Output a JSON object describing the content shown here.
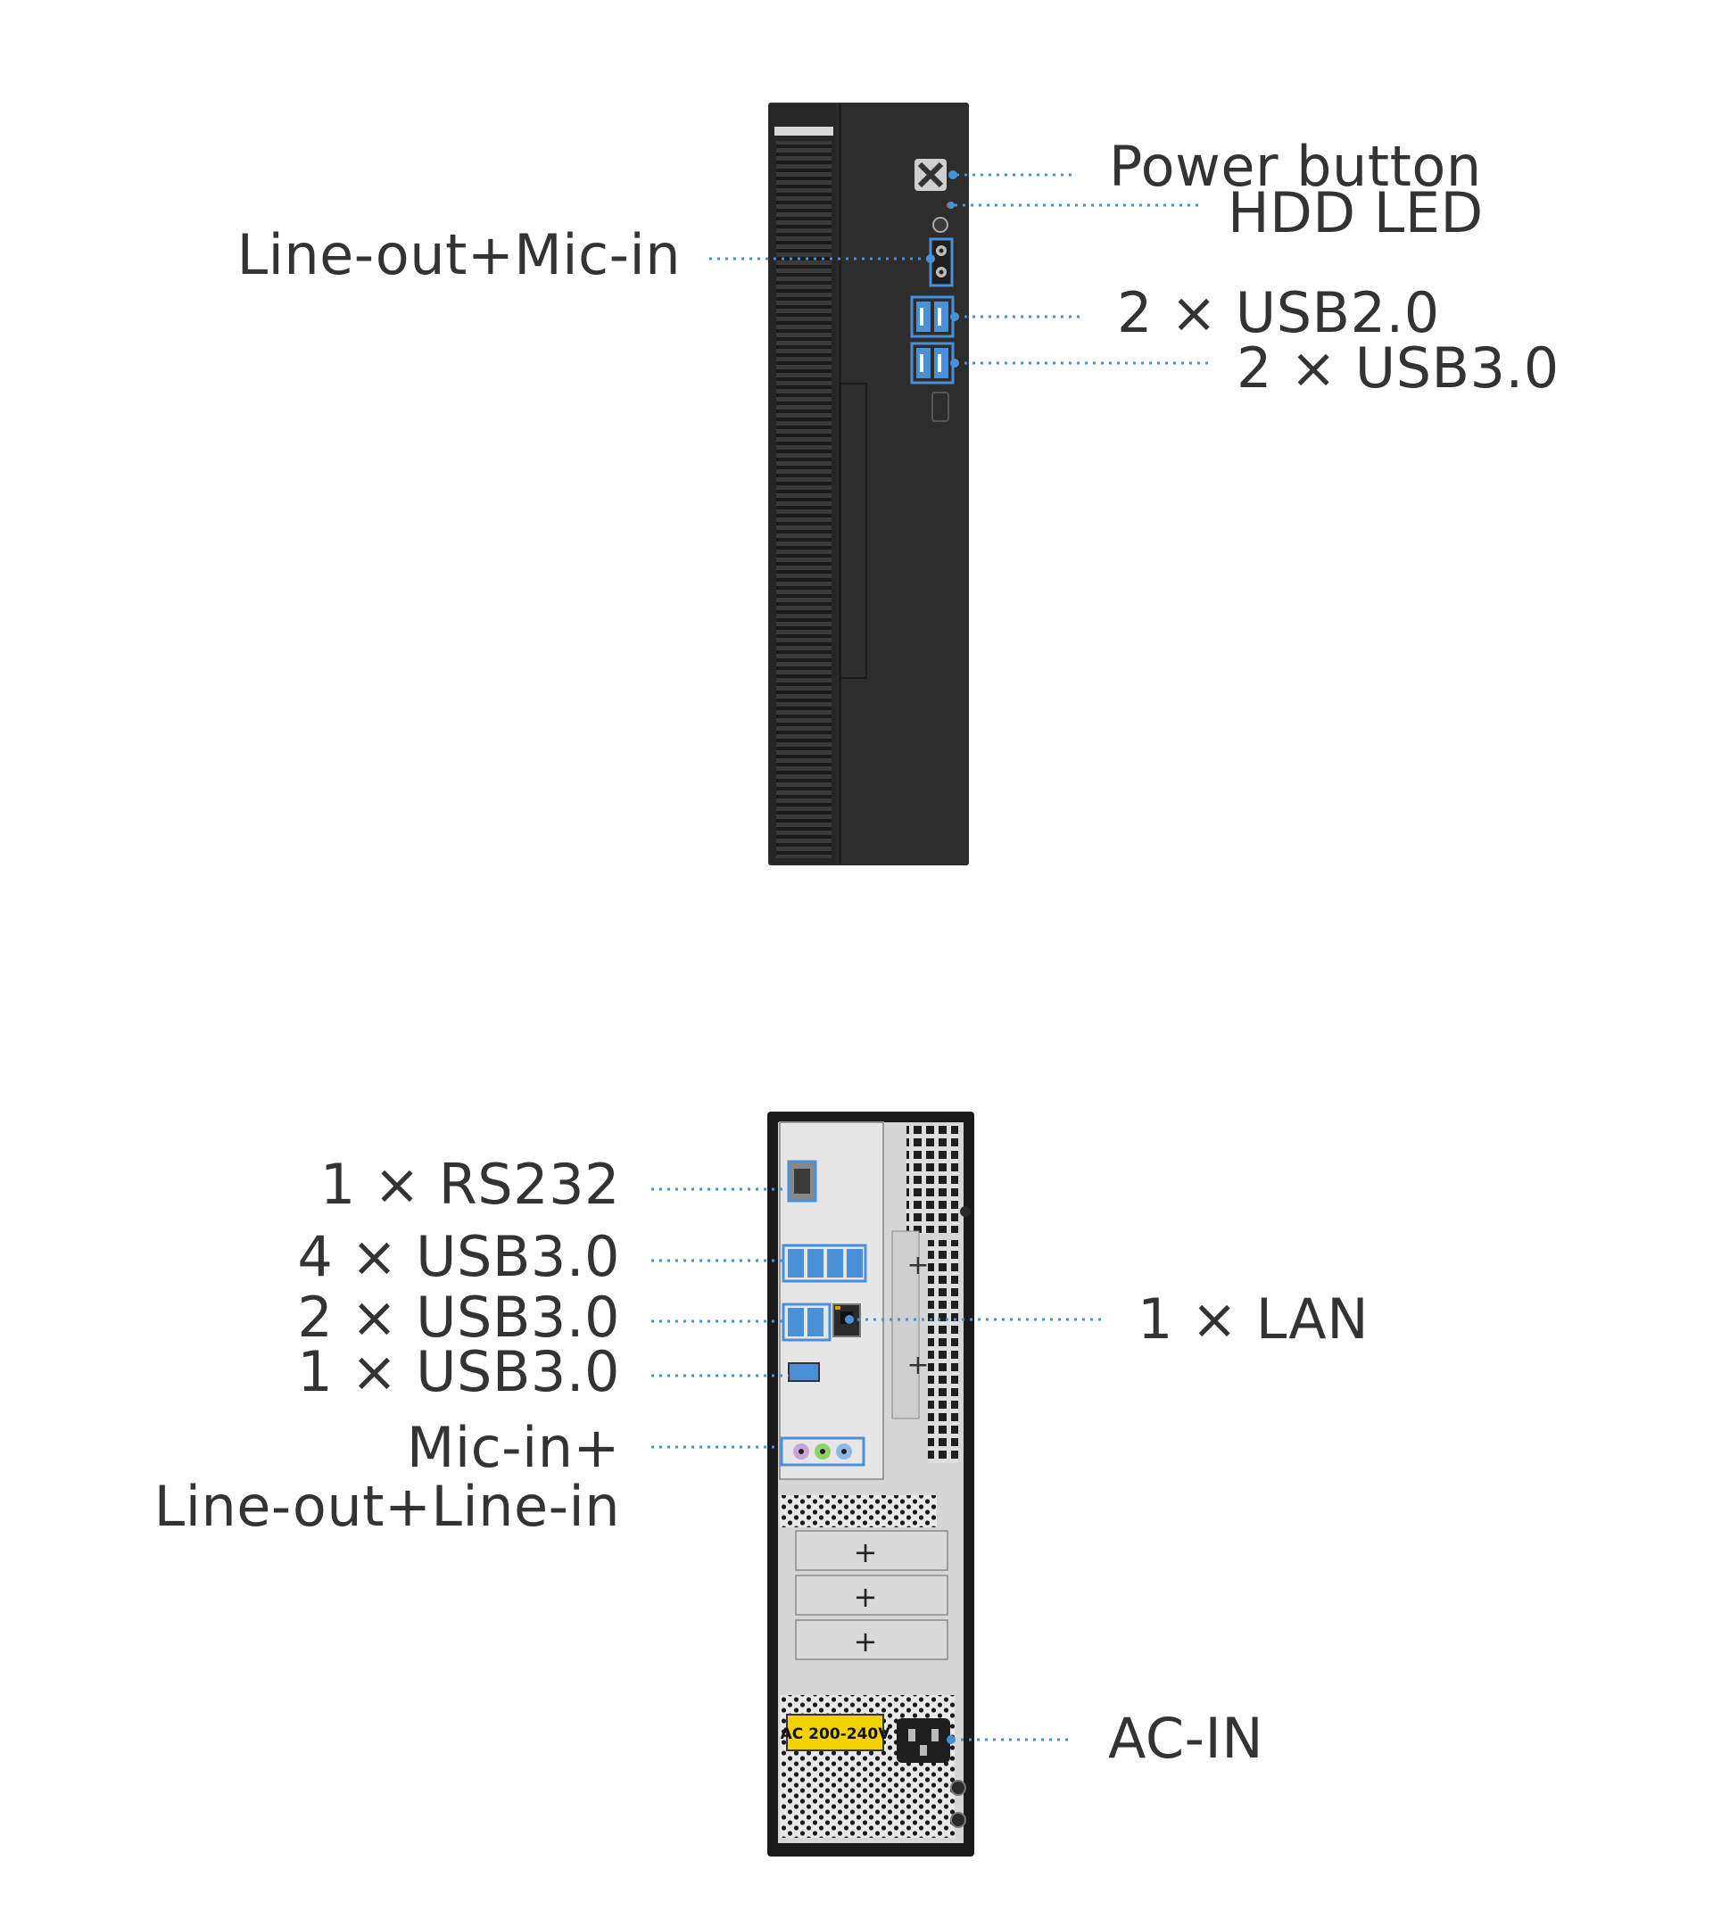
{
  "accent_color": "#4a90d9",
  "front_view": {
    "callouts": {
      "power_button": "Power button",
      "hdd_led": "HDD LED",
      "audio": "Line-out+Mic-in",
      "usb2": "2 × USB2.0",
      "usb3": "2 × USB3.0"
    }
  },
  "rear_view": {
    "callouts": {
      "rs232": "1 × RS232",
      "usb3_quad": "4 × USB3.0",
      "usb3_dual": "2 × USB3.0",
      "usb3_single": "1 × USB3.0",
      "audio_line1": "Mic-in+",
      "audio_line2": "Line-out+Line-in",
      "lan": "1 × LAN",
      "ac_in": "AC-IN"
    },
    "psu_sticker": "AC 200-240V"
  }
}
